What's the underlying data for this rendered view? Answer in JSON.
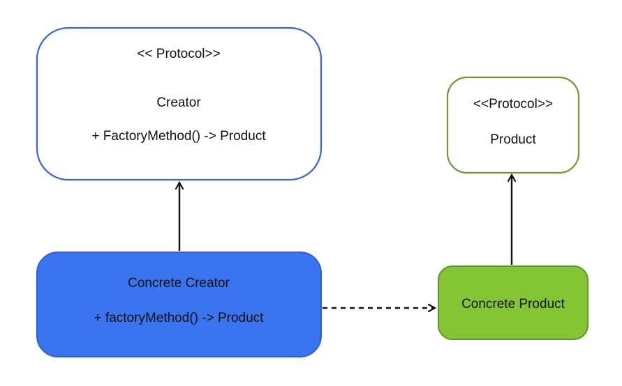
{
  "creator": {
    "stereotype": "<< Protocol>>",
    "name": "Creator",
    "method": "+ FactoryMethod() -> Product",
    "stroke": "#3b63d1",
    "fill": "#ffffff"
  },
  "product": {
    "stereotype": "<<Protocol>>",
    "name": "Product",
    "stroke": "#6c9a2c",
    "fill": "#ffffff"
  },
  "concrete_creator": {
    "name": "Concrete Creator",
    "method": "+ factoryMethod() -> Product",
    "stroke": "#2f5fcf",
    "fill": "#3a74ef"
  },
  "concrete_product": {
    "name": "Concrete Product",
    "stroke": "#62952a",
    "fill": "#84c535"
  },
  "relations": [
    {
      "from": "Concrete Creator",
      "to": "Creator",
      "style": "solid"
    },
    {
      "from": "Concrete Product",
      "to": "Product",
      "style": "solid"
    },
    {
      "from": "Concrete Creator",
      "to": "Concrete Product",
      "style": "dashed"
    }
  ]
}
